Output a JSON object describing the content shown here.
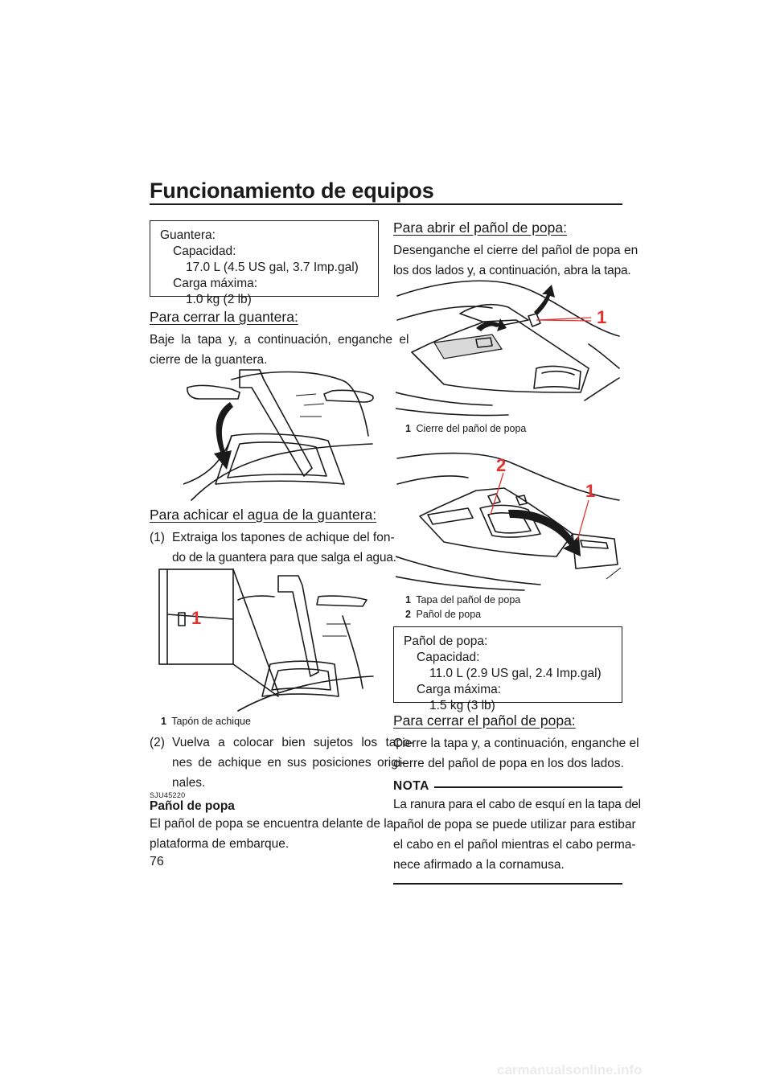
{
  "header": {
    "title": "Funcionamiento de equipos"
  },
  "glovebox_spec": {
    "title": "Guantera:",
    "capacity_label": "Capacidad:",
    "capacity_value": "17.0 L (4.5 US gal, 3.7 Imp.gal)",
    "max_load_label": "Carga máxima:",
    "max_load_value": "1.0 kg (2 lb)"
  },
  "close_glovebox": {
    "heading": "Para cerrar la guantera:",
    "lines": [
      "Baje la tapa y, a continuación, enganche el",
      "cierre de la guantera."
    ]
  },
  "drain_glovebox": {
    "heading": "Para achicar el agua de la guantera:",
    "step1_num": "(1)",
    "step1_lines": [
      "Extraiga los tapones de achique del fon-",
      "do de la guantera para que salga el agua."
    ],
    "figure_callout": "1",
    "caption_num": "1",
    "caption_text": "Tapón de achique",
    "step2_num": "(2)",
    "step2_lines": [
      "Vuelva a colocar bien sujetos los tapo-",
      "nes de achique en sus posiciones origi-",
      "nales."
    ]
  },
  "stern_section": {
    "code": "SJU45220",
    "heading": "Pañol de popa",
    "lines": [
      "El pañol de popa se encuentra delante de la",
      "plataforma de embarque."
    ]
  },
  "open_stern": {
    "heading": "Para abrir el pañol de popa:",
    "lines": [
      "Desenganche el cierre del pañol de popa en",
      "los dos lados y, a continuación, abra la tapa."
    ],
    "figure_callout": "1",
    "caption_num": "1",
    "caption_text": "Cierre del pañol de popa"
  },
  "stern_figure2": {
    "callout_1": "1",
    "callout_2": "2",
    "captions": [
      {
        "num": "1",
        "text": "Tapa del pañol de popa"
      },
      {
        "num": "2",
        "text": "Pañol de popa"
      }
    ]
  },
  "stern_spec": {
    "title": "Pañol de popa:",
    "capacity_label": "Capacidad:",
    "capacity_value": "11.0 L (2.9 US gal, 2.4 Imp.gal)",
    "max_load_label": "Carga máxima:",
    "max_load_value": "1.5 kg (3 lb)"
  },
  "close_stern": {
    "heading": "Para cerrar el pañol de popa:",
    "lines": [
      "Cierre la tapa y, a continuación, enganche el",
      "cierre del pañol de popa en los dos lados."
    ]
  },
  "nota": {
    "label": "NOTA",
    "lines": [
      "La ranura para el cabo de esquí en la tapa del",
      "pañol de popa se puede utilizar para estibar",
      "el cabo en el pañol mientras el cabo perma-",
      "nece afirmado a la cornamusa."
    ]
  },
  "footer": {
    "page_number": "76",
    "watermark": "carmanualsonline.info"
  },
  "colors": {
    "callout": "#e0322e",
    "text": "#1a1a1a"
  }
}
